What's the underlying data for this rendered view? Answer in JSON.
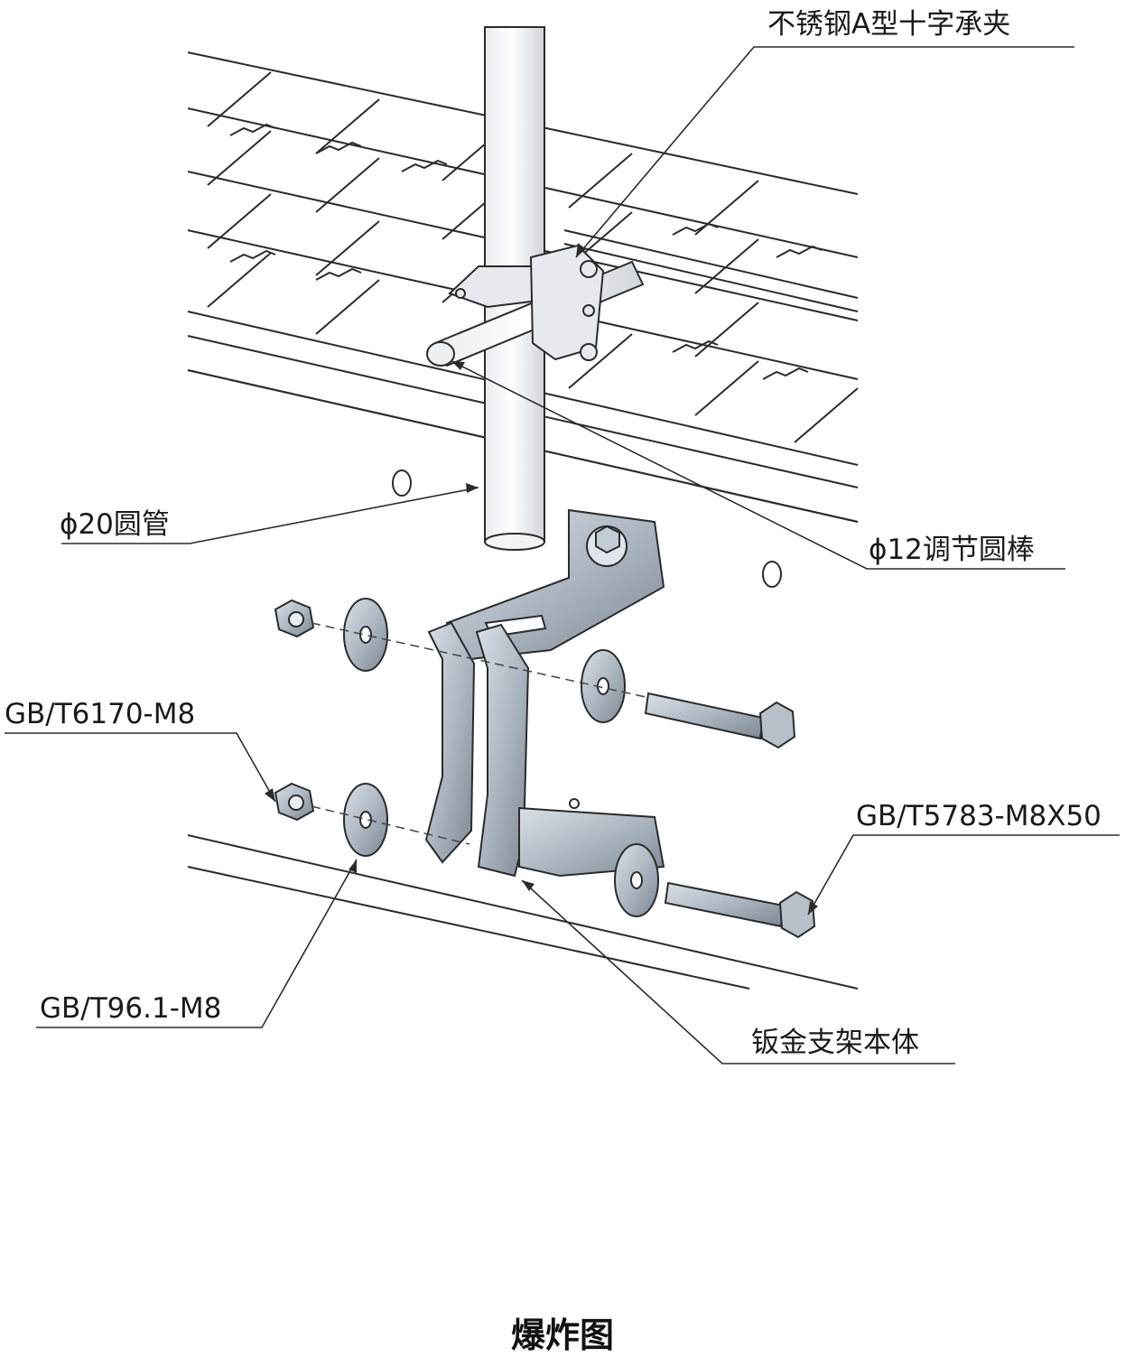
{
  "labels": {
    "cross_clamp": "不锈钢A型十字承夹",
    "round_tube": "ϕ20圆管",
    "adjust_rod": "ϕ12调节圆棒",
    "nut": "GB/T6170-M8",
    "bolt": "GB/T5783-M8X50",
    "washer": "GB/T96.1-M8",
    "bracket_body": "钣金支架本体"
  },
  "caption": "爆炸图",
  "colors": {
    "line": "#2b2b2b",
    "metal_light": "#c9d1da",
    "metal_mid": "#a8b2bd",
    "metal_dark": "#7f8a95",
    "chain": "#f7f7f7"
  }
}
